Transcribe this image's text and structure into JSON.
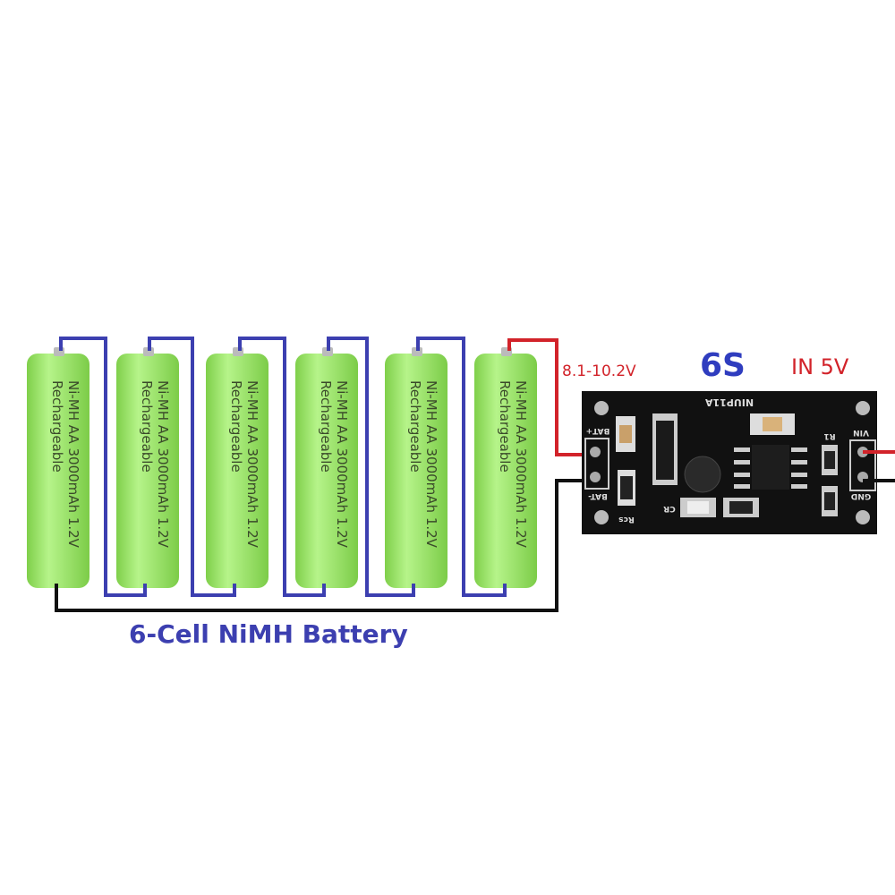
{
  "battery": {
    "line1": "Ni-MH AA 3000mAh 1.2V",
    "line2": "Rechargeable",
    "count": 6
  },
  "caption": "6-Cell NiMH Battery",
  "voltage_range": "8.1-10.2V",
  "config_label": "6S",
  "input_label": "IN 5V",
  "board": {
    "model": "NIUP11A",
    "pins": [
      "BAT+",
      "BAT-",
      "VIN",
      "GND"
    ],
    "components": [
      "Rcs",
      "CR",
      "R1"
    ]
  },
  "colors": {
    "series_wire": "#3c3fb0",
    "positive_wire": "#d2232a",
    "negative_wire": "#111111",
    "cell": "#9be36a"
  }
}
